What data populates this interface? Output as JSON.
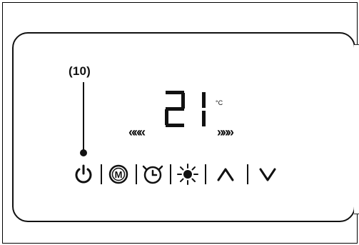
{
  "callout": {
    "label": "(10)"
  },
  "display": {
    "temperature": "21",
    "unit": "°C",
    "digit_color": "#111111",
    "fan_waves_left": "«««",
    "fan_waves_right": "»»»"
  },
  "controls": [
    {
      "name": "power-icon"
    },
    {
      "name": "mode-icon",
      "glyph": "M"
    },
    {
      "name": "timer-icon"
    },
    {
      "name": "brightness-icon"
    },
    {
      "name": "up-arrow-icon"
    },
    {
      "name": "down-arrow-icon"
    }
  ]
}
